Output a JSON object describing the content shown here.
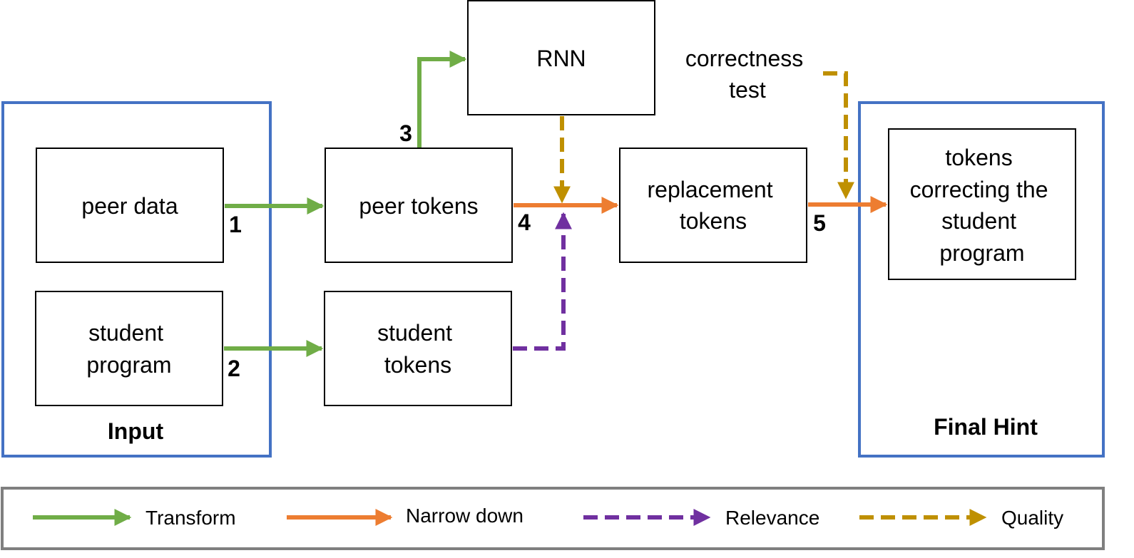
{
  "colors": {
    "transform": "#70AD47",
    "narrow_down": "#ED7D31",
    "relevance": "#7030A0",
    "quality": "#BF9000",
    "group_border": "#4472C4",
    "legend_border": "#7F7F7F",
    "box_border": "#000000"
  },
  "groups": {
    "input": "Input",
    "final_hint": "Final Hint"
  },
  "nodes": {
    "peer_data": [
      "peer data"
    ],
    "student_program": [
      "student",
      "program"
    ],
    "peer_tokens": [
      "peer tokens"
    ],
    "student_tokens": [
      "student",
      "tokens"
    ],
    "rnn": [
      "RNN"
    ],
    "replacement_tokens": [
      "replacement",
      "tokens"
    ],
    "hint_tokens": [
      "tokens",
      "correcting the",
      "student",
      "program"
    ],
    "correctness_test": [
      "correctness",
      "test"
    ]
  },
  "steps": {
    "s1": "1",
    "s2": "2",
    "s3": "3",
    "s4": "4",
    "s5": "5"
  },
  "legend": [
    {
      "label": "Transform",
      "style": "solid",
      "color_key": "transform"
    },
    {
      "label": "Narrow down",
      "style": "solid",
      "color_key": "narrow_down"
    },
    {
      "label": "Relevance",
      "style": "dashed",
      "color_key": "relevance"
    },
    {
      "label": "Quality",
      "style": "dashed",
      "color_key": "quality"
    }
  ]
}
